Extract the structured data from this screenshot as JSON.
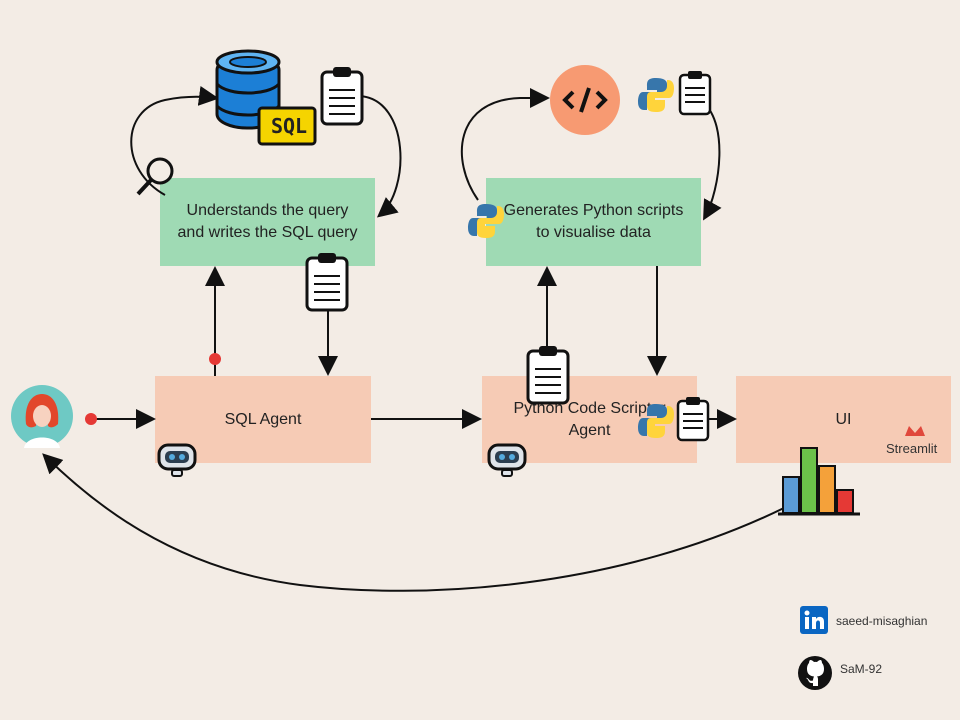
{
  "nodes": {
    "sql_writer": "Understands the query\nand writes the SQL query",
    "python_scripts": "Generates Python scripts\nto visualise data",
    "sql_agent": "SQL Agent",
    "python_agent": "Python Code Scripter\nAgent",
    "ui": "UI"
  },
  "icons": {
    "database": "database-icon",
    "sql_badge": "SQL",
    "streamlit": "Streamlit"
  },
  "social": {
    "linkedin": "saeed-misaghian",
    "github": "SaM-92"
  },
  "colors": {
    "green_box": "#9fdab4",
    "peach_box": "#f6cbb5",
    "background": "#f3ece5",
    "dot_red": "#e53935",
    "code_circle": "#f79a72"
  }
}
